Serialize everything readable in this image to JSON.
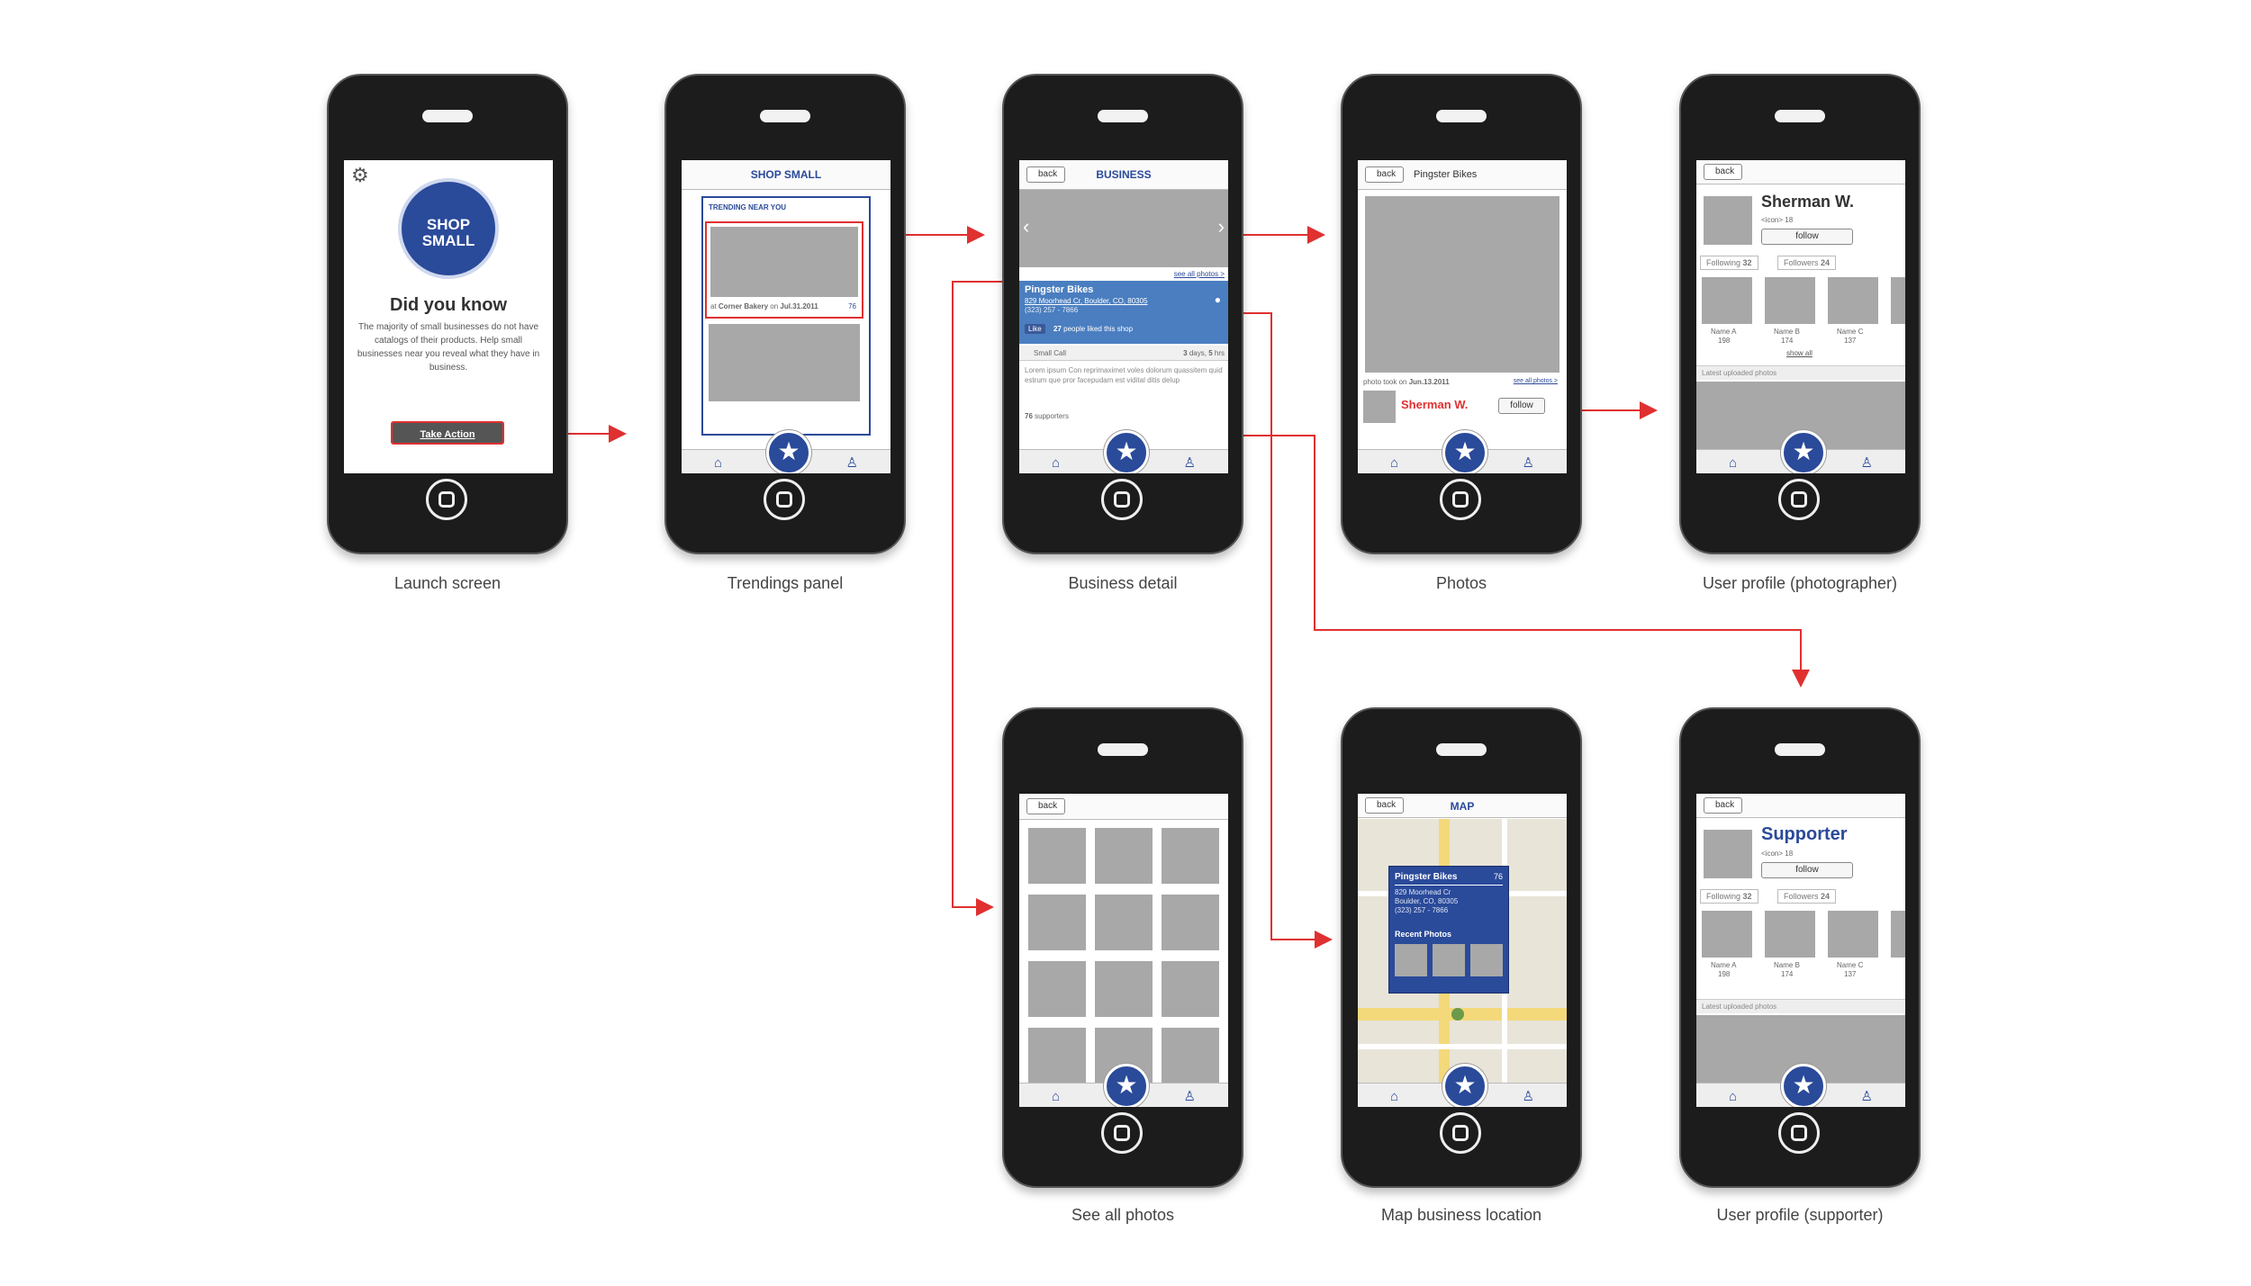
{
  "captions": {
    "launch": "Launch screen",
    "trendings": "Trendings panel",
    "business": "Business detail",
    "photos": "Photos",
    "profile_photographer": "User profile (photographer)",
    "see_all": "See all photos",
    "map": "Map business location",
    "profile_supporter": "User profile (supporter)"
  },
  "launch": {
    "logo_line1": "SHOP",
    "logo_line2": "SMALL",
    "headline": "Did you know",
    "body": "The majority of small businesses do not have catalogs of their products. Help small businesses near you reveal what they have in business.",
    "button": "Take Action"
  },
  "trendings": {
    "title": "SHOP SMALL",
    "panel_title": "TRENDING NEAR YOU",
    "caption_at": "at",
    "caption_place": "Corner Bakery",
    "caption_on": "on",
    "caption_date": "Jul.31.2011",
    "caption_count": "76"
  },
  "business": {
    "back": "back",
    "title": "BUSINESS",
    "see_all": "see all photos >",
    "name": "Pingster Bikes",
    "address": "829 Moorhead Cr, Boulder, CO, 80305",
    "phone": "(323) 257 - 7866",
    "like": "Like",
    "likes_count": "27",
    "likes_text": "people liked this shop",
    "category": "Small Call",
    "days": "3",
    "days_label": "days,",
    "hours": "5",
    "hours_label": "hrs",
    "description": "Lorem ipsum Con reprimaximet voles dolorum quassitem quid estrum que pror facepudam est vidital ditis delup",
    "supporters_count": "76",
    "supporters_label": "supporters"
  },
  "photos": {
    "back": "back",
    "title": "Pingster Bikes",
    "took_on": "photo took on",
    "date": "Jun.13.2011",
    "see_all": "see all photos >",
    "user": "Sherman W.",
    "follow": "follow"
  },
  "profile_photographer": {
    "back": "back",
    "name": "Sherman W.",
    "icon_text": "<icon>",
    "icon_count": "18",
    "follow": "follow",
    "following_label": "Following",
    "following_count": "32",
    "followers_label": "Followers",
    "followers_count": "24",
    "people": [
      {
        "name": "Name A",
        "score": "198"
      },
      {
        "name": "Name B",
        "score": "174"
      },
      {
        "name": "Name C",
        "score": "137"
      }
    ],
    "show_all": "show all",
    "latest": "Latest uploaded photos"
  },
  "map": {
    "back": "back",
    "title": "MAP",
    "name": "Pingster Bikes",
    "count": "76",
    "addr1": "829 Moorhead Cr",
    "addr2": "Boulder, CO, 80305",
    "phone": "(323) 257 - 7866",
    "recent": "Recent Photos"
  },
  "see_all": {
    "back": "back"
  },
  "profile_supporter": {
    "back": "back",
    "name": "Supporter",
    "icon_text": "<icon>",
    "icon_count": "18",
    "follow": "follow",
    "following_label": "Following",
    "following_count": "32",
    "followers_label": "Followers",
    "followers_count": "24",
    "people": [
      {
        "name": "Name A",
        "score": "198"
      },
      {
        "name": "Name B",
        "score": "174"
      },
      {
        "name": "Name C",
        "score": "137"
      }
    ],
    "latest": "Latest uploaded photos"
  },
  "colors": {
    "accent_blue": "#2a4a9a",
    "flow_red": "#e03030",
    "phone_body": "#1c1c1c"
  }
}
